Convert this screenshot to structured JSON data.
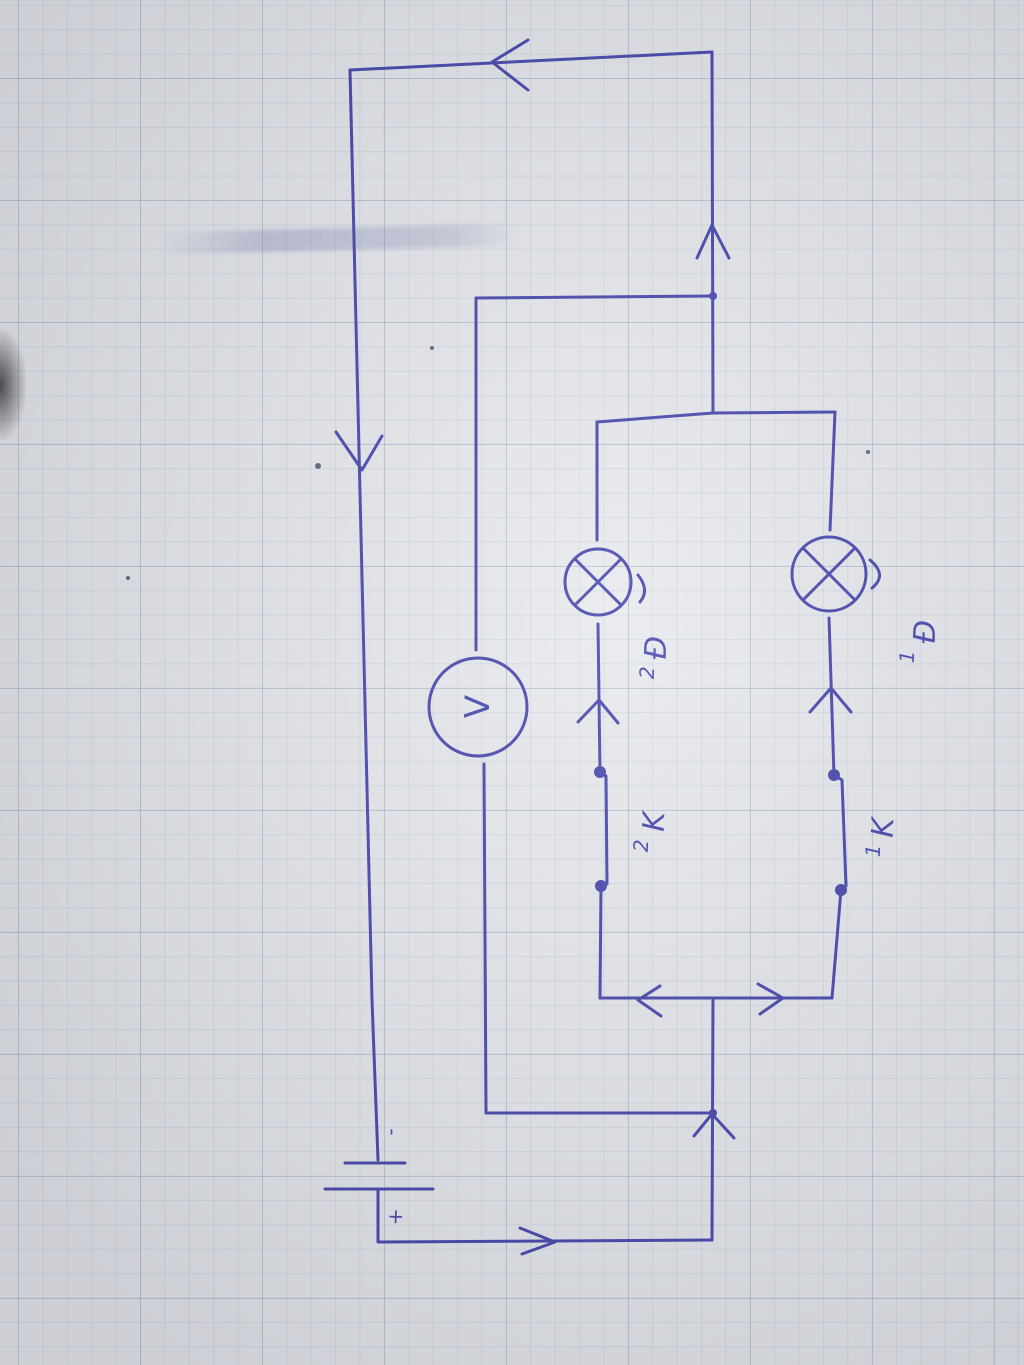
{
  "diagram": {
    "labels": {
      "lamp1_name": "Đ",
      "lamp1_sub": "1",
      "lamp2_name": "Đ",
      "lamp2_sub": "2",
      "switch1_name": "K",
      "switch1_sub": "1",
      "switch2_name": "K",
      "switch2_sub": "2",
      "voltmeter": "V",
      "battery_negative": "-",
      "battery_positive": "+"
    },
    "colors": {
      "ink": "#3a3aa8",
      "paper": "#e6e8ec",
      "grid": "#7896af"
    },
    "components": [
      {
        "kind": "battery",
        "name": "battery"
      },
      {
        "kind": "voltmeter",
        "name": "voltmeter"
      },
      {
        "kind": "lamp",
        "name": "lamp-d1"
      },
      {
        "kind": "lamp",
        "name": "lamp-d2"
      },
      {
        "kind": "switch",
        "name": "switch-k1",
        "state": "closed"
      },
      {
        "kind": "switch",
        "name": "switch-k2",
        "state": "closed"
      }
    ]
  }
}
